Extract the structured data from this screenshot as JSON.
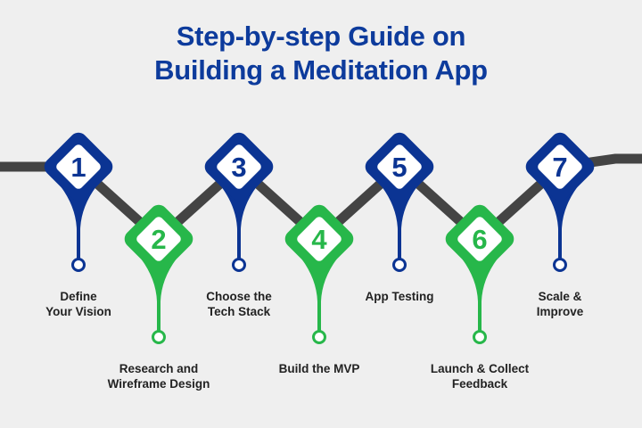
{
  "title": {
    "line1": "Step-by-step Guide on",
    "line2": "Building a Meditation App"
  },
  "colors": {
    "blue": "#0b3493",
    "green": "#27b74a",
    "line": "#444444",
    "title": "#0d3b9c"
  },
  "steps": [
    {
      "number": "1",
      "label1": "Define",
      "label2": "Your Vision",
      "color": "blue"
    },
    {
      "number": "2",
      "label1": "Research and",
      "label2": "Wireframe Design",
      "color": "green"
    },
    {
      "number": "3",
      "label1": "Choose the",
      "label2": "Tech Stack",
      "color": "blue"
    },
    {
      "number": "4",
      "label1": "Build the MVP",
      "label2": "",
      "color": "green"
    },
    {
      "number": "5",
      "label1": "App Testing",
      "label2": "",
      "color": "blue"
    },
    {
      "number": "6",
      "label1": "Launch & Collect",
      "label2": "Feedback",
      "color": "green"
    },
    {
      "number": "7",
      "label1": "Scale &",
      "label2": "Improve",
      "color": "blue"
    }
  ]
}
